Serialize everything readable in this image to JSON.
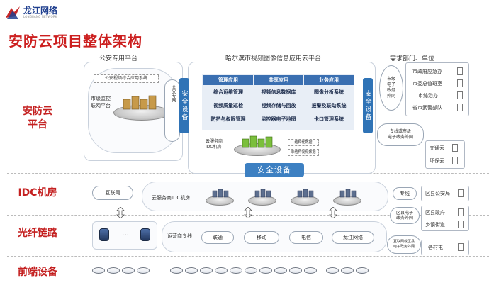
{
  "brand": {
    "name": "龙江网络",
    "sub": "LONGJIANG NETWORK"
  },
  "title": "安防云项目整体架构",
  "rows": [
    {
      "label": "安防云\n平台"
    },
    {
      "label": "IDC机房"
    },
    {
      "label": "光纤链路"
    },
    {
      "label": "前端设备"
    }
  ],
  "left_panel": {
    "title": "公安专用平台",
    "system_tag": "公安视频综合应用系统",
    "sub_label": "市级监控\n联网平台",
    "net_label": "公安专网"
  },
  "center_panel": {
    "title": "哈尔滨市视频图像信息应用云平台",
    "security_side": "安全设备",
    "security_main": "安全设备",
    "grid_headers": [
      "管理应用",
      "共享应用",
      "业务应用"
    ],
    "grid_rows": [
      [
        "综合运维管理",
        "视频信息数据库",
        "图像分析系统"
      ],
      [
        "视频质量巡检",
        "视频存储与回放",
        "报警及联动系统"
      ],
      [
        "防护与权限管理",
        "监控器电子地图",
        "卡口管理系统"
      ]
    ],
    "idc_label": "云服务商\nIDC机房",
    "data_tags": [
      "结构化数据",
      "非结构视频数据"
    ]
  },
  "right_panel": {
    "title": "需求部门、单位",
    "bubble_top": "市级\n电子\n政务\n外网",
    "items_top": [
      "市政府应急办",
      "市委总值班室",
      "市综治办",
      "省市武警部队"
    ],
    "bubble_mid": "专线或市级\n电子政务外网",
    "items_mid": [
      "交通云",
      "环保云"
    ]
  },
  "idc_row": {
    "internet": "互联网",
    "idc_label": "云服务商IDC机房",
    "private_line": "专线",
    "county_police": "区县公安局"
  },
  "fiber_row": {
    "carrier_line": "运营商专线",
    "carriers": [
      "联通",
      "移动",
      "电信",
      "龙江网络"
    ],
    "county_bubble": "区县电子\n政务外网",
    "internet_bubble": "互联网或区县\n电子政务外网",
    "county_items": [
      "区县政府",
      "乡镇街道"
    ],
    "village": "各村屯",
    "dots": "…"
  },
  "colors": {
    "accent_red": "#cc1f1f",
    "accent_blue": "#2f73b6"
  }
}
